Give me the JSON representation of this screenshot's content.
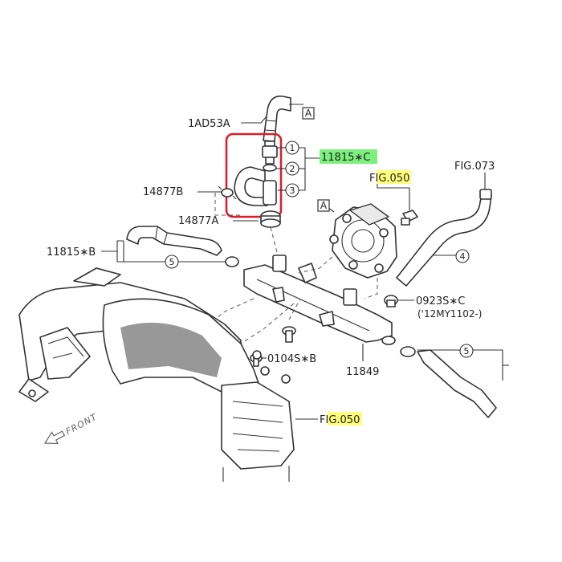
{
  "labels": {
    "part_1ad53a": "1AD53A",
    "part_11815c": "11815∗C",
    "part_14877b": "14877B",
    "part_14877a": "14877A",
    "part_11815b": "11815∗B",
    "part_0923sc": "0923S∗C",
    "part_0923sc_note": "('12MY1102-)",
    "part_0104sb": "0104S∗B",
    "part_11849": "11849",
    "fig_050_top_prefix": "F",
    "fig_050_top_hl": "IG.05",
    "fig_050_top_suffix": "0",
    "fig_050_bottom_prefix": "F",
    "fig_050_bottom_hl": "IG.05",
    "fig_050_bottom_suffix": "0",
    "fig_073": "FIG.073",
    "front": "FRONT"
  },
  "callouts": {
    "c1": "1",
    "c2": "2",
    "c3": "3",
    "c4": "4",
    "c5a": "5",
    "c5b": "5"
  },
  "refs": {
    "ref_a_top": "A",
    "ref_a_mid": "A"
  },
  "colors": {
    "highlight_box": "#d9202a",
    "green_highlight": "#7cf07c",
    "yellow_highlight": "#ffff7a",
    "line": "#333333"
  }
}
